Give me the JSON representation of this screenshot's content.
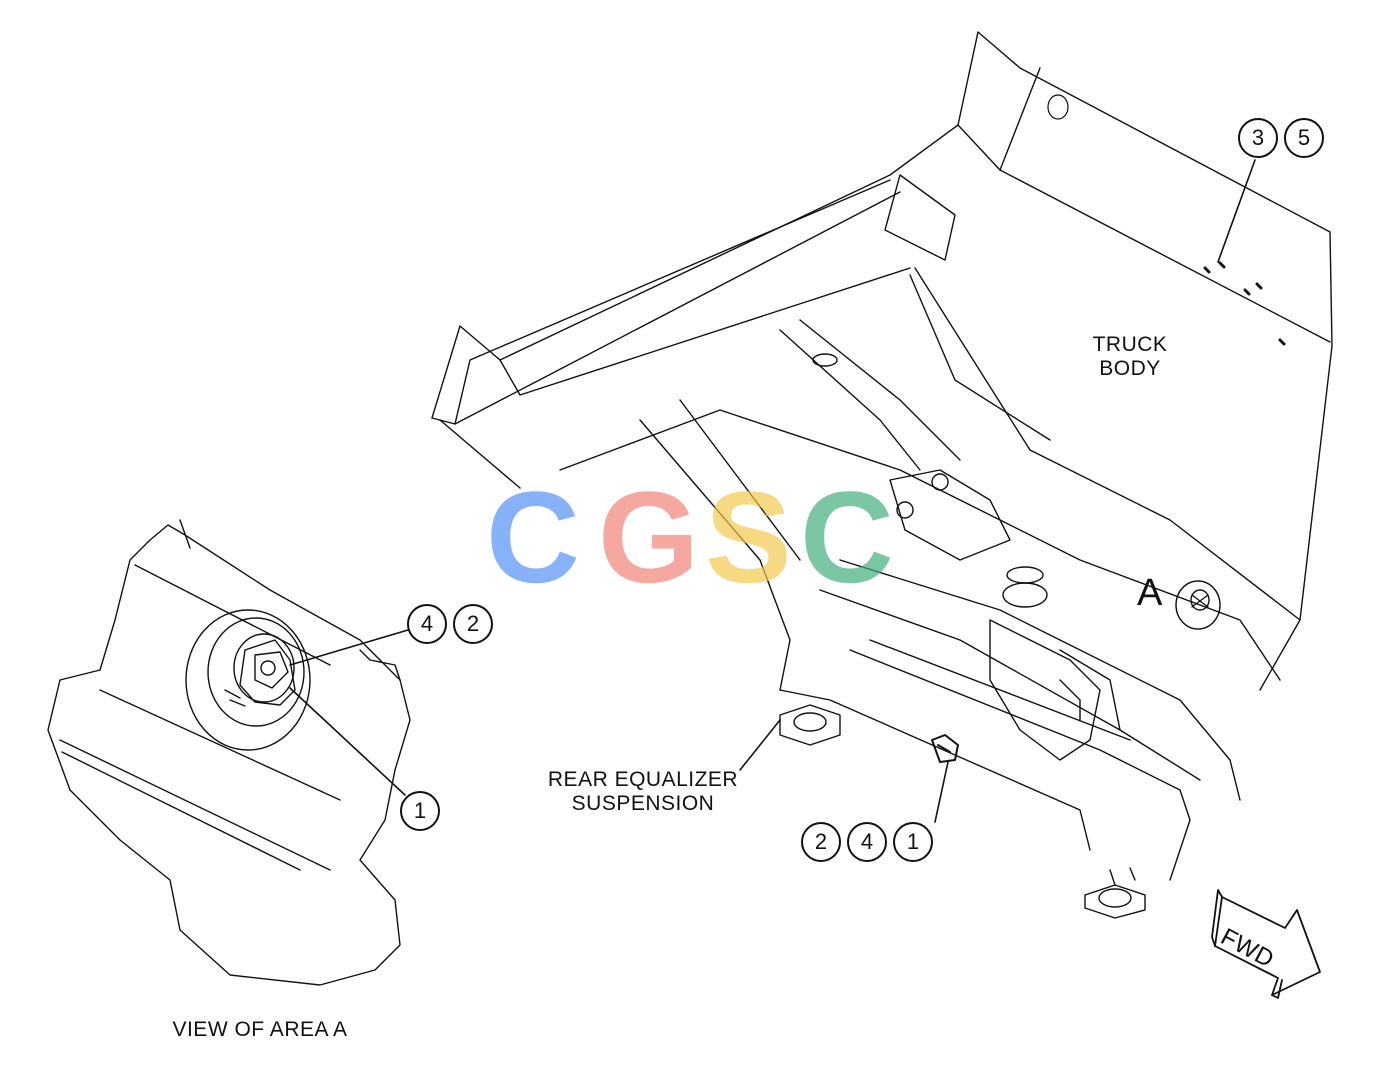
{
  "labels": {
    "truck_body_line1": "TRUCK",
    "truck_body_line2": "BODY",
    "rear_susp_line1": "REAR EQUALIZER",
    "rear_susp_line2": "SUSPENSION",
    "view_area": "VIEW OF AREA A",
    "area_letter": "A",
    "fwd": "FWD"
  },
  "callouts": {
    "top_right": [
      "3",
      "5"
    ],
    "detail_upper": [
      "4",
      "2"
    ],
    "detail_lower": [
      "1"
    ],
    "bottom_center": [
      "2",
      "4",
      "1"
    ]
  },
  "watermark": {
    "letters": [
      "C",
      "G",
      "S",
      "C"
    ],
    "colors": [
      "#4f8ff7",
      "#f07f72",
      "#f4c74a",
      "#3fae78"
    ]
  }
}
